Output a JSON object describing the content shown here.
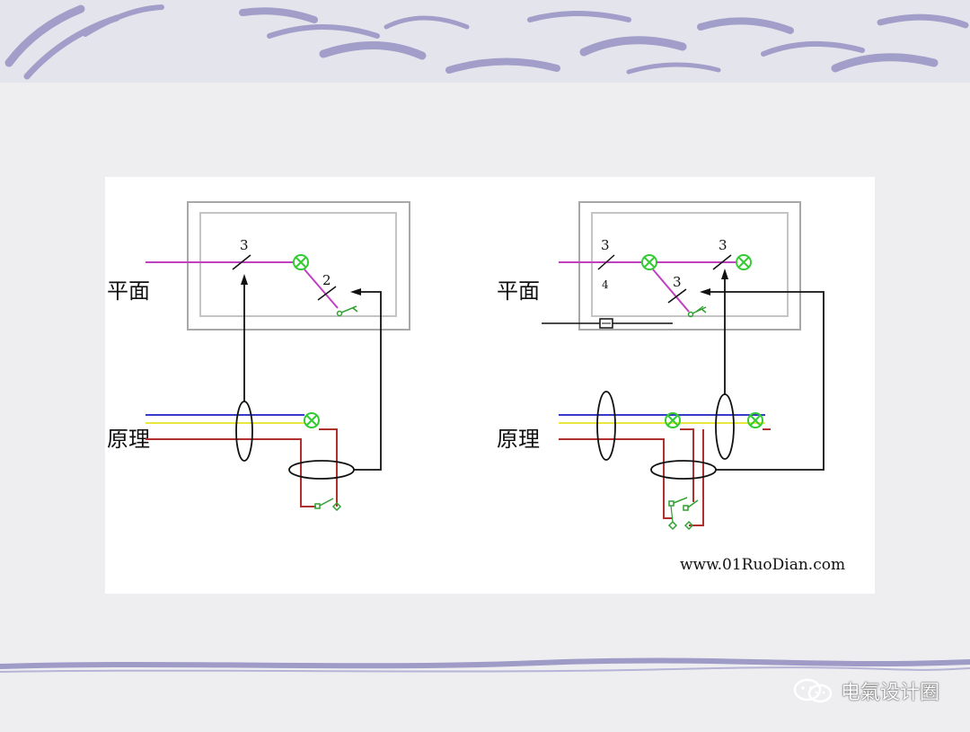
{
  "labels": {
    "plan_left": "平面",
    "principle_left": "原理",
    "plan_right": "平面",
    "principle_right": "原理"
  },
  "wire_counts": {
    "left_main": "3",
    "left_switch": "2",
    "right_main": "3",
    "right_main_sub": "4",
    "right_lamp2": "3",
    "right_switch": "3"
  },
  "source_url": "www.01RuoDian.com",
  "watermark": {
    "icon": "wechat-icon",
    "text": "电氣设计圈"
  },
  "colors": {
    "wire_magenta": "#c040c0",
    "wire_blue": "#3a3ac8",
    "wire_yellow": "#e8e840",
    "wire_red": "#b03030",
    "lamp_green": "#33cc33",
    "switch_green": "#30a030",
    "decor_stroke": "#8f8cc0"
  }
}
